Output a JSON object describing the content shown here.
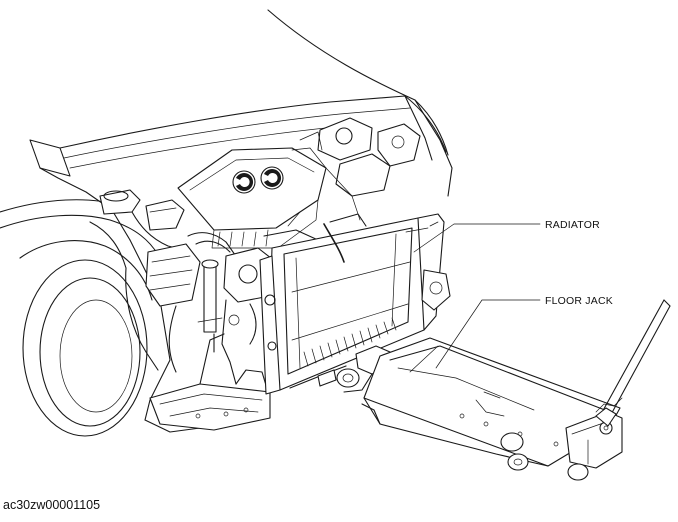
{
  "figure": {
    "callouts": [
      {
        "label": "RADIATOR"
      },
      {
        "label": "FLOOR JACK"
      }
    ],
    "figure_id": "ac30zw00001105"
  }
}
